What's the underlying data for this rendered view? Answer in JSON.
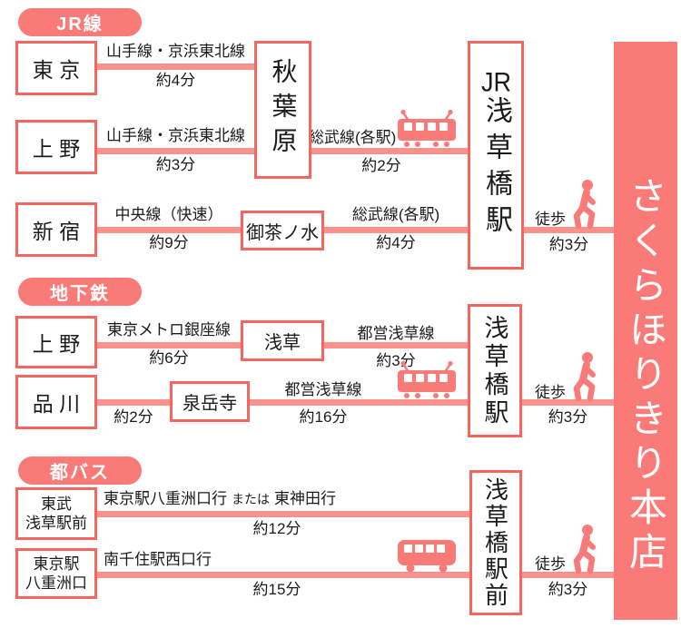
{
  "colors": {
    "pink": "#fa7a78",
    "border": "#f6665f",
    "line": "#f9918c",
    "ink": "#1b1b1b"
  },
  "destination": "さくらほりきり本店",
  "walk": {
    "label": "徒歩",
    "time": "約3分"
  },
  "icons": {
    "train": "train-icon",
    "bus": "bus-icon",
    "walk": "walking-person-icon"
  },
  "sections": {
    "jr": {
      "badge": "JR線",
      "origins": {
        "tokyo": "東 京",
        "ueno": "上 野",
        "shinjuku": "新 宿"
      },
      "mid": {
        "akihabara": "秋葉原",
        "ochanomizu": "御茶ノ水"
      },
      "terminal": {
        "prefix": "JR",
        "name": "浅草橋駅"
      },
      "legs": {
        "tokyo_akihabara": {
          "line": "山手線・京浜東北線",
          "time": "約4分"
        },
        "ueno_akihabara": {
          "line": "山手線・京浜東北線",
          "time": "約3分"
        },
        "akihabara_asakusabashi": {
          "line": "総武線(各駅)",
          "time": "約2分"
        },
        "shinjuku_ochanomizu": {
          "line": "中央線（快速）",
          "time": "約9分"
        },
        "ochanomizu_asakusabashi": {
          "line": "総武線(各駅)",
          "time": "約4分"
        }
      }
    },
    "subway": {
      "badge": "地下鉄",
      "origins": {
        "ueno": "上 野",
        "shinagawa": "品 川"
      },
      "mid": {
        "asakusa": "浅草",
        "sengakuji": "泉岳寺"
      },
      "terminal": "浅草橋駅",
      "legs": {
        "ueno_asakusa": {
          "line": "東京メトロ銀座線",
          "time": "約6分"
        },
        "asakusa_asakusabashi": {
          "line": "都営浅草線",
          "time": "約3分"
        },
        "shinagawa_sengakuji": {
          "time": "約2分"
        },
        "sengakuji_asakusabashi": {
          "line": "都営浅草線",
          "time": "約16分"
        }
      }
    },
    "bus": {
      "badge": "都バス",
      "origins": {
        "tobu_line1": "東武",
        "tobu_line2": "浅草駅前",
        "yaesu_line1": "東京駅",
        "yaesu_line2": "八重洲口"
      },
      "terminal": "浅草橋駅前",
      "legs": {
        "tobu": {
          "line_main": "東京駅八重洲口行",
          "conj": "または",
          "line_alt": "東神田行",
          "time": "約12分"
        },
        "yaesu": {
          "line": "南千住駅西口行",
          "time": "約15分"
        }
      }
    }
  }
}
